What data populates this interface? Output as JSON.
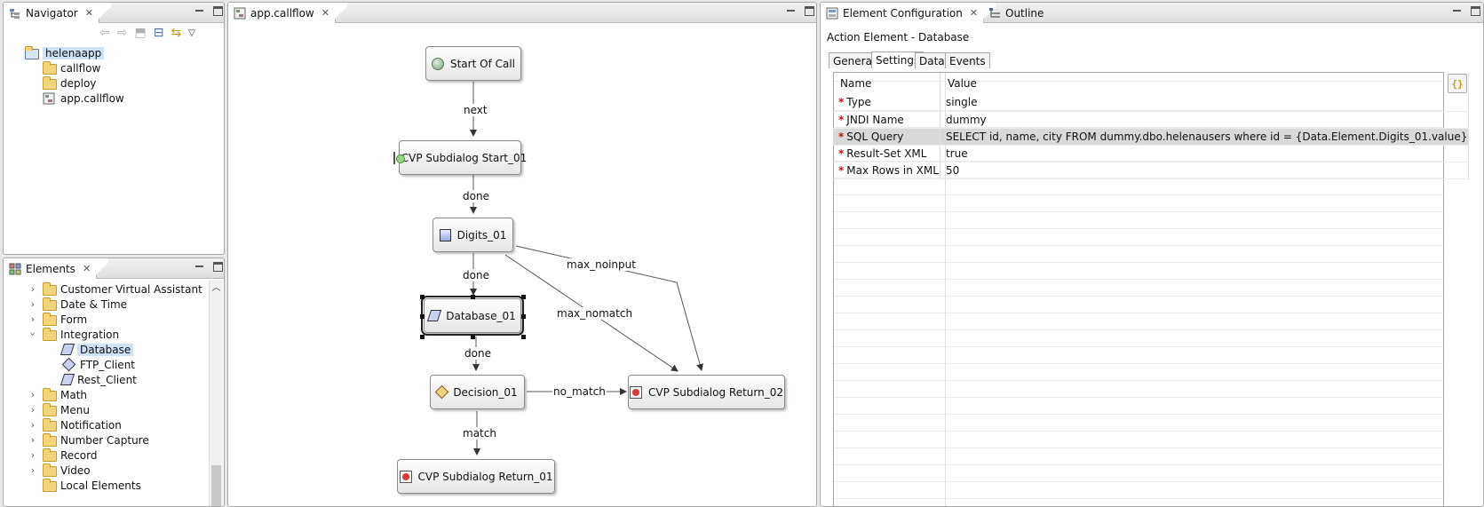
{
  "navigator": {
    "tab_label": "Navigator",
    "items": [
      {
        "label": "helenaapp"
      },
      {
        "label": "callflow"
      },
      {
        "label": "deploy"
      },
      {
        "label": "app.callflow"
      }
    ]
  },
  "elements": {
    "tab_label": "Elements",
    "items": [
      {
        "label": "Customer Virtual Assistant"
      },
      {
        "label": "Date & Time"
      },
      {
        "label": "Form"
      },
      {
        "label": "Integration"
      },
      {
        "label": "Database"
      },
      {
        "label": "FTP_Client"
      },
      {
        "label": "Rest_Client"
      },
      {
        "label": "Math"
      },
      {
        "label": "Menu"
      },
      {
        "label": "Notification"
      },
      {
        "label": "Number Capture"
      },
      {
        "label": "Record"
      },
      {
        "label": "Video"
      },
      {
        "label": "Local Elements"
      }
    ]
  },
  "editor": {
    "tab_label": "app.callflow",
    "nodes": {
      "start": "Start Of Call",
      "subdialog_start": "CVP Subdialog Start_01",
      "digits": "Digits_01",
      "database": "Database_01",
      "decision": "Decision_01",
      "return_02": "CVP Subdialog Return_02",
      "return_01": "CVP Subdialog Return_01"
    },
    "edges": {
      "next": "next",
      "done1": "done",
      "done2": "done",
      "done3": "done",
      "max_noinput": "max_noinput",
      "max_nomatch": "max_nomatch",
      "no_match": "no_match",
      "match": "match"
    }
  },
  "config": {
    "tab_label": "Element Configuration",
    "outline_label": "Outline",
    "heading": "Action Element - Database",
    "subtabs": [
      "General",
      "Settings",
      "Data",
      "Events"
    ],
    "columns": {
      "name": "Name",
      "value": "Value"
    },
    "rows": [
      {
        "name": "Type",
        "value": "single"
      },
      {
        "name": "JNDI Name",
        "value": "dummy"
      },
      {
        "name": "SQL Query",
        "value": "SELECT id, name, city FROM dummy.dbo.helenausers where id = {Data.Element.Digits_01.value}"
      },
      {
        "name": "Result-Set XML",
        "value": "true"
      },
      {
        "name": "Max Rows in XML",
        "value": "50"
      }
    ]
  }
}
